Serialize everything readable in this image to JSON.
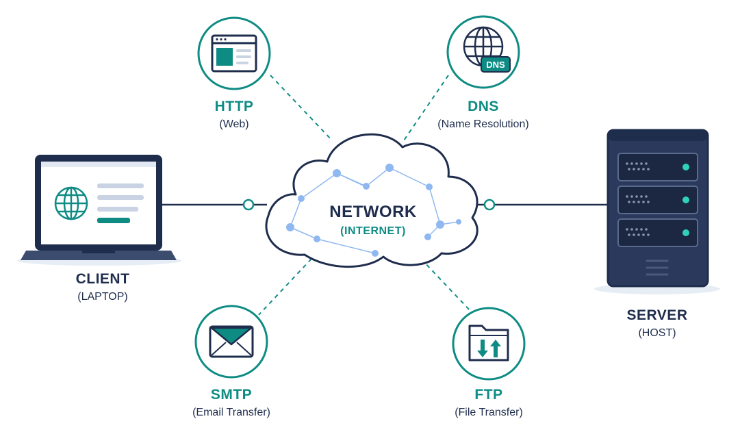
{
  "network": {
    "title": "NETWORK",
    "subtitle": "(INTERNET)"
  },
  "client": {
    "title": "CLIENT",
    "subtitle": "(LAPTOP)"
  },
  "server": {
    "title": "SERVER",
    "subtitle": "(HOST)"
  },
  "protocols": {
    "http": {
      "title": "HTTP",
      "subtitle": "(Web)"
    },
    "dns": {
      "title": "DNS",
      "subtitle": "(Name Resolution)",
      "badge": "DNS"
    },
    "smtp": {
      "title": "SMTP",
      "subtitle": "(Email Transfer)"
    },
    "ftp": {
      "title": "FTP",
      "subtitle": "(File Transfer)"
    }
  },
  "colors": {
    "navy": "#1f2d4d",
    "teal": "#0e8c84",
    "light_blue": "#8fb8f0",
    "server_body": "#2b3a5c"
  },
  "icons": {
    "client": "laptop-icon",
    "server": "server-rack-icon",
    "http": "browser-window-icon",
    "dns": "globe-dns-icon",
    "smtp": "envelope-icon",
    "ftp": "folder-transfer-icon",
    "network": "cloud-icon"
  }
}
